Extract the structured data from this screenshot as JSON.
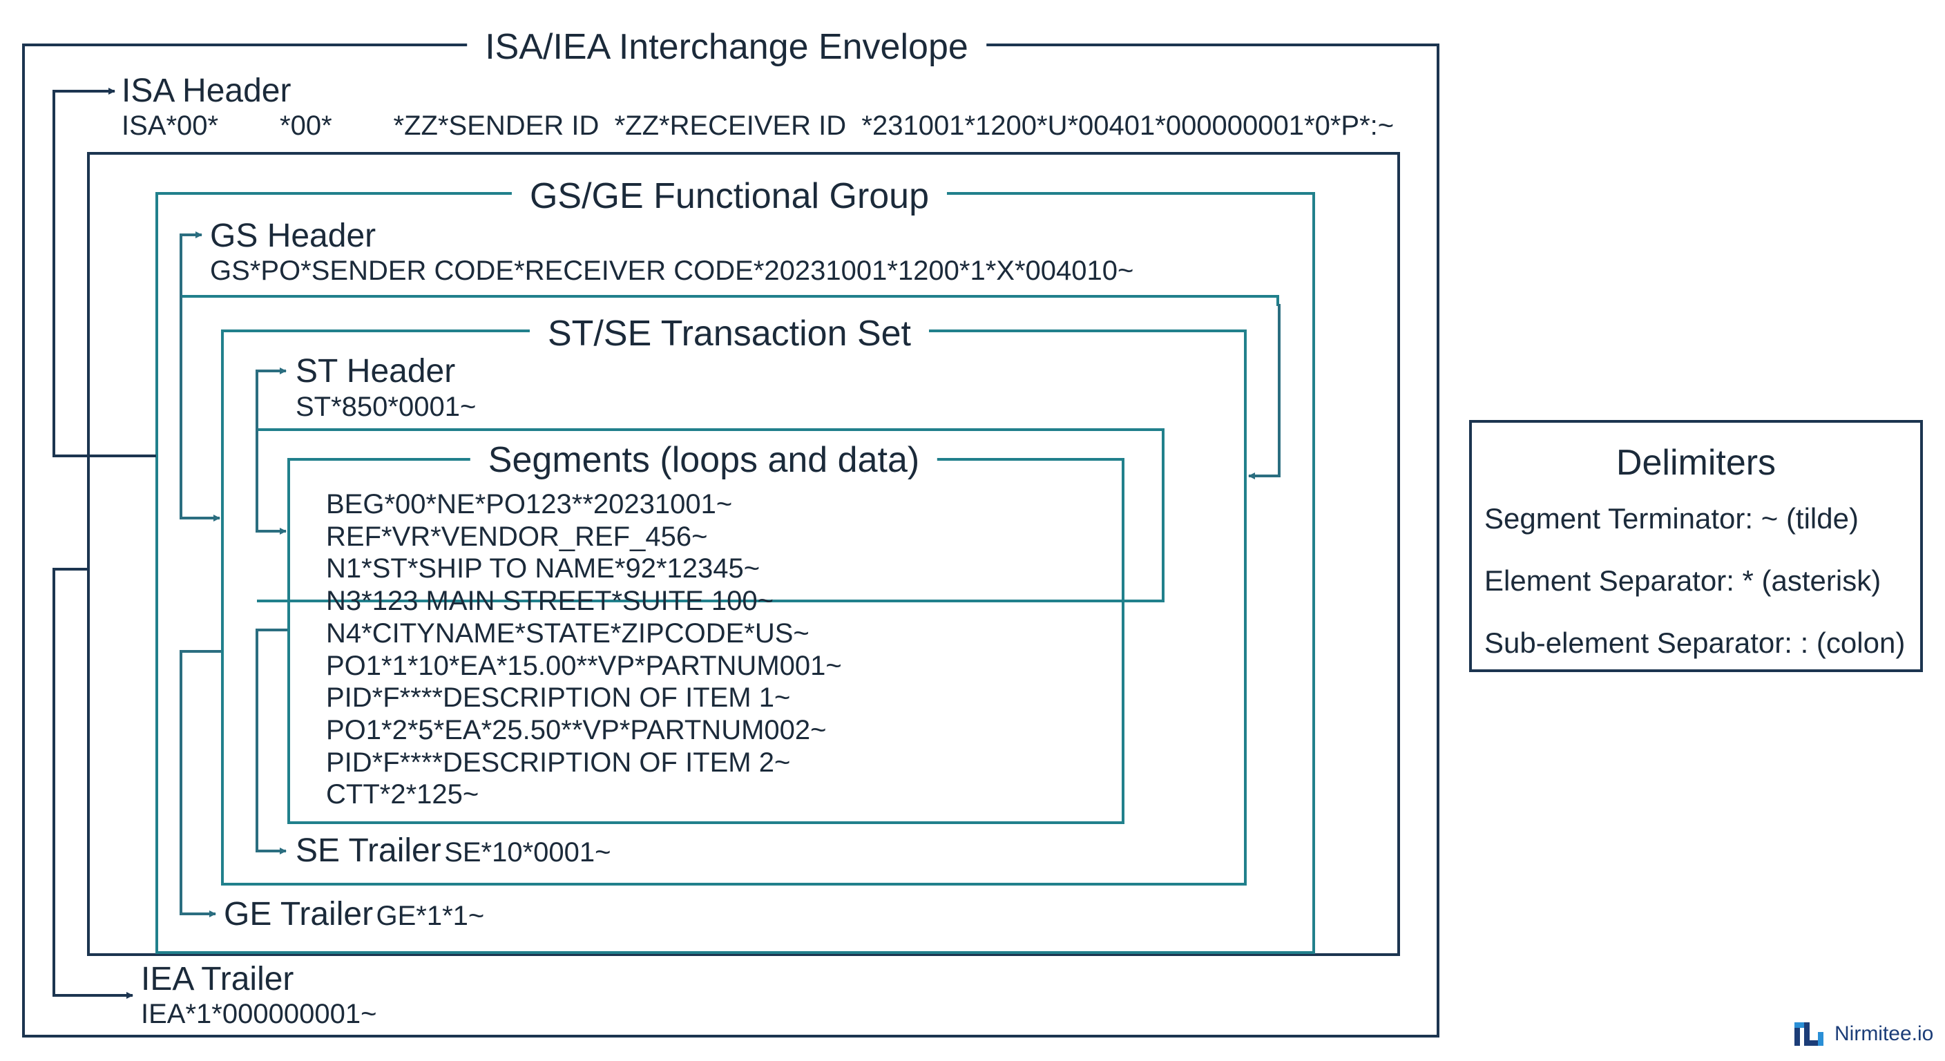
{
  "envelope": {
    "title": "ISA/IEA Interchange Envelope",
    "isa_header_label": "ISA Header",
    "isa_header_code": "ISA*00*        *00*        *ZZ*SENDER ID  *ZZ*RECEIVER ID  *231001*1200*U*00401*000000001*0*P*:~",
    "iea_trailer_label": "IEA Trailer",
    "iea_trailer_code": "IEA*1*000000001~"
  },
  "group": {
    "title": "GS/GE Functional Group",
    "gs_header_label": "GS Header",
    "gs_header_code": "GS*PO*SENDER CODE*RECEIVER CODE*20231001*1200*1*X*004010~",
    "ge_trailer_label": "GE Trailer",
    "ge_trailer_code": "GE*1*1~"
  },
  "transaction": {
    "title": "ST/SE Transaction Set",
    "st_header_label": "ST Header",
    "st_header_code": "ST*850*0001~",
    "se_trailer_label": "SE Trailer",
    "se_trailer_code": "SE*10*0001~"
  },
  "segments": {
    "title": "Segments (loops and data)",
    "lines": [
      "BEG*00*NE*PO123**20231001~",
      "REF*VR*VENDOR_REF_456~",
      "N1*ST*SHIP TO NAME*92*12345~",
      "N3*123 MAIN STREET*SUITE 100~",
      "N4*CITYNAME*STATE*ZIPCODE*US~",
      "PO1*1*10*EA*15.00**VP*PARTNUM001~",
      "PID*F****DESCRIPTION OF ITEM 1~",
      "PO1*2*5*EA*25.50**VP*PARTNUM002~",
      "PID*F****DESCRIPTION OF ITEM 2~",
      "CTT*2*125~"
    ]
  },
  "delimiters": {
    "title": "Delimiters",
    "segment_terminator": "Segment Terminator: ~ (tilde)",
    "element_separator": "Element Separator: * (asterisk)",
    "sub_element_separator": "Sub-element Separator: : (colon)"
  },
  "brand": {
    "name": "Nirmitee.io"
  },
  "colors": {
    "navy": "#1c3550",
    "teal": "#21808c",
    "arrow": "#2b6e80",
    "brand": "#1c3d78"
  }
}
